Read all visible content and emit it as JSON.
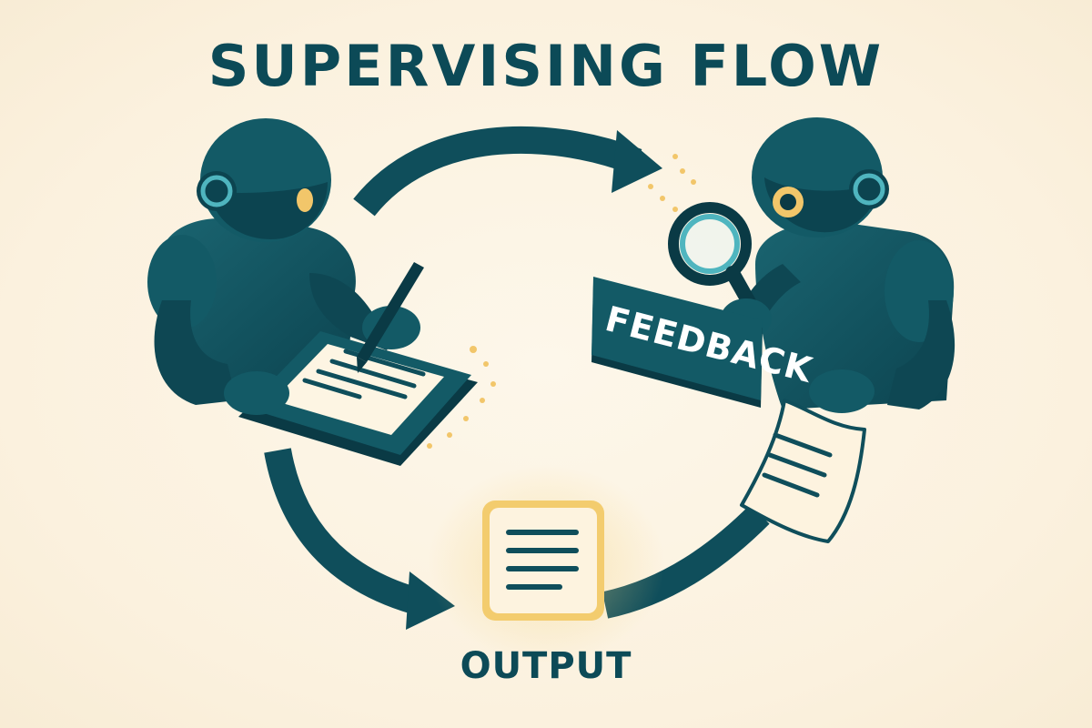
{
  "title": "SUPERVISING FLOW",
  "feedback_label": "FEEDBACK",
  "output_label": "OUTPUT",
  "colors": {
    "background": "#fbf3e2",
    "primary_teal": "#0f4e5b",
    "dark_teal": "#0a3a45",
    "accent_cyan": "#4fb5bf",
    "accent_yellow": "#f2c66a",
    "paper": "#fdf5e3"
  },
  "icons": [
    "writer-robot",
    "reviewer-robot",
    "tablet",
    "stylus",
    "magnifying-glass",
    "document",
    "output-document",
    "cycle-arrows"
  ]
}
